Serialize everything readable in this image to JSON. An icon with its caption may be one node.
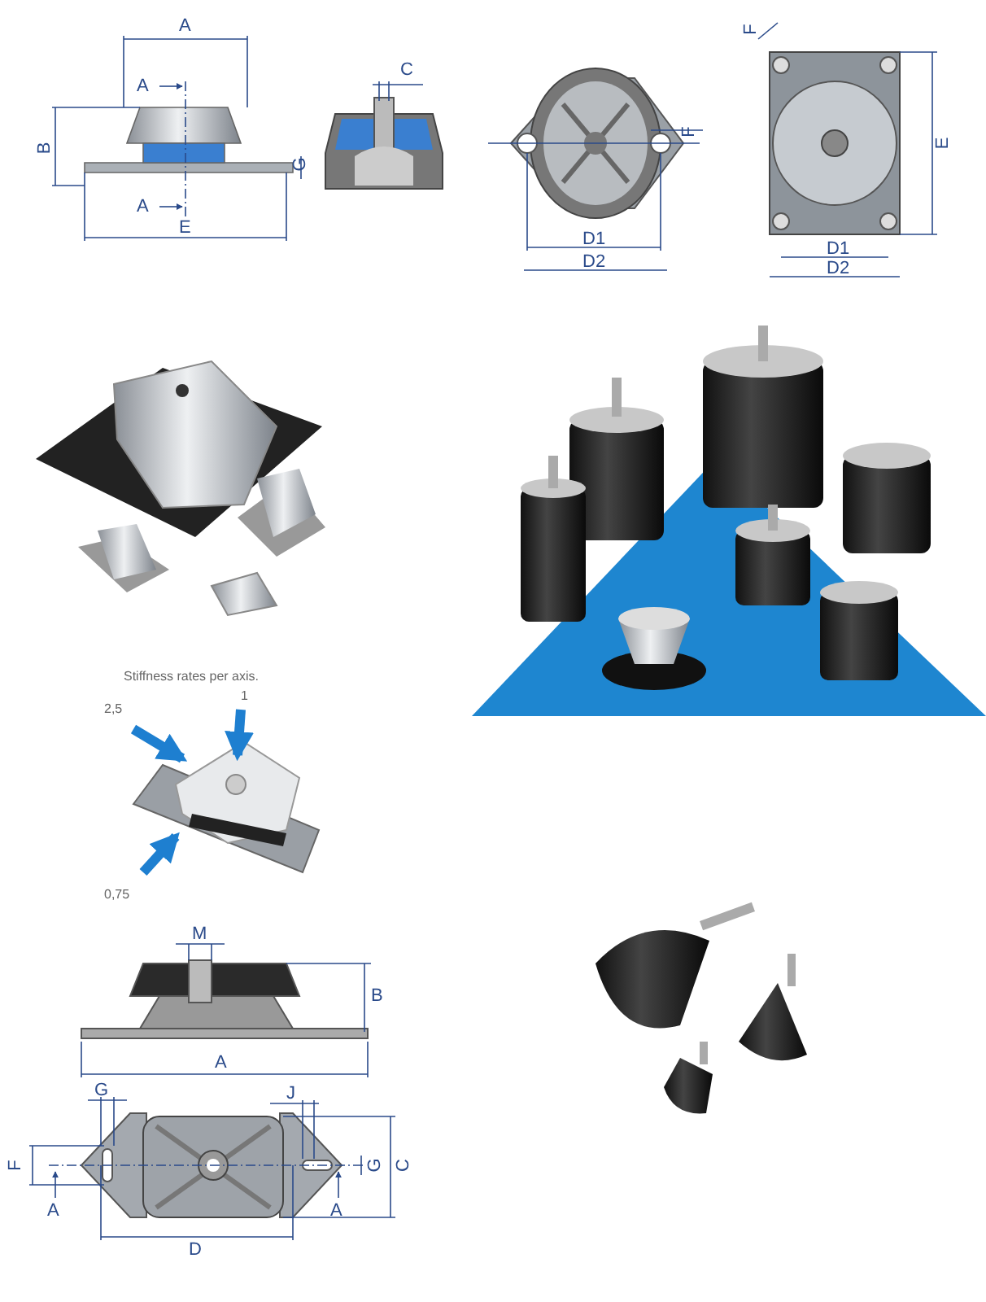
{
  "diagram": {
    "labels": [
      "A",
      "A",
      "B",
      "G",
      "A",
      "E",
      "C",
      "F",
      "D1",
      "D2",
      "F",
      "E",
      "D1",
      "D2",
      "Stiffness rates per axis.",
      "2,5",
      "1",
      "0,75",
      "M",
      "B",
      "A",
      "G",
      "J",
      "F",
      "G",
      "C",
      "A",
      "A",
      "D"
    ]
  }
}
